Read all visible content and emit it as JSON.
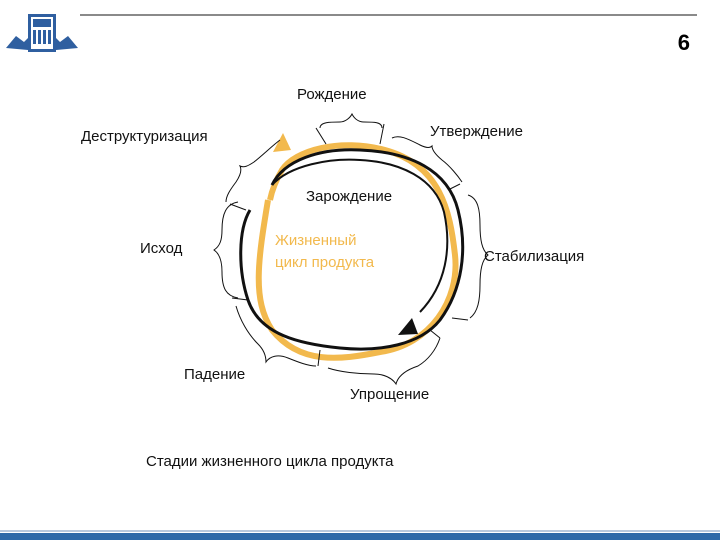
{
  "header": {
    "page_number": "6"
  },
  "diagram": {
    "stages": {
      "birth": "Рождение",
      "approval": "Утверждение",
      "destructuring": "Деструктуризация",
      "origin": "Зарождение",
      "outcome": "Исход",
      "stabilization": "Стабилизация",
      "decline": "Падение",
      "simplification": "Упрощение"
    },
    "center_label_line1": "Жизненный",
    "center_label_line2": "цикл продукта",
    "caption": "Стадии жизненного цикла продукта"
  },
  "colors": {
    "cycle_outline": "#111111",
    "cycle_arrow": "#f2b94d",
    "footer": "#2f6aa8",
    "logo": "#2f5fa0"
  },
  "icons": {
    "logo": "university-emblem-icon"
  }
}
